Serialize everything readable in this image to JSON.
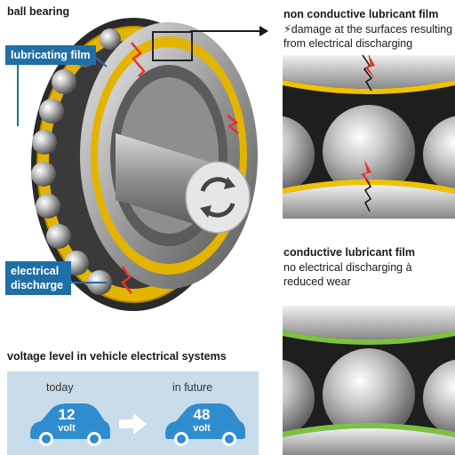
{
  "title": "ball bearing",
  "callouts": {
    "lubricating_film": "lubricating film",
    "electrical_discharge_line1": "electrical",
    "electrical_discharge_line2": "discharge"
  },
  "non_conductive": {
    "title": "non conductive lubricant film",
    "line1": "damage at the surfaces resulting",
    "line2": "from electrical discharging"
  },
  "conductive": {
    "title": "conductive lubricant film",
    "line1": "no electrical discharging à",
    "line2": "reduced wear"
  },
  "voltage": {
    "title": "voltage level in vehicle electrical systems",
    "today_label": "today",
    "today_value": "12",
    "future_label": "in future",
    "future_value": "48",
    "unit": "volt"
  },
  "colors": {
    "accent_blue": "#1f6fa5",
    "lubricant_yellow": "#f2c200",
    "conductive_green": "#7cc242",
    "spark_red": "#e5322d"
  }
}
